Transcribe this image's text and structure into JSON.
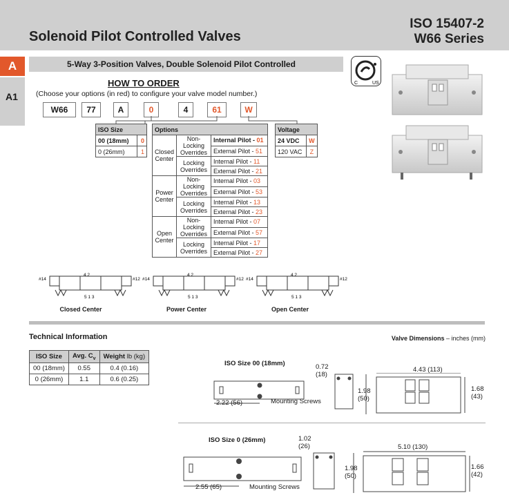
{
  "header": {
    "title": "Solenoid Pilot Controlled Valves",
    "iso": "ISO 15407-2",
    "series": "W66 Series"
  },
  "tabs": {
    "section": "A",
    "subsection": "A1"
  },
  "banner": "5-Way 3-Position Valves, Double Solenoid Pilot Controlled",
  "how_to_order": {
    "title": "HOW TO ORDER",
    "subtitle": "(Choose your options (in red) to configure your valve model number.)",
    "code": [
      "W66",
      "77",
      "A",
      "0",
      "4",
      "61",
      "W"
    ]
  },
  "iso_table": {
    "header": "ISO Size",
    "rows": [
      {
        "label": "00 (18mm)",
        "code": "0"
      },
      {
        "label": "0 (26mm)",
        "code": "1"
      }
    ]
  },
  "options_table": {
    "header": "Options",
    "groups": [
      {
        "center": "Closed Center",
        "rows": [
          {
            "override": "Non-Locking Overrides",
            "int": "Internal Pilot",
            "int_code": "01",
            "ext": "External Pilot",
            "ext_code": "51"
          },
          {
            "override": "Locking Overrides",
            "int": "Internal Pilot",
            "int_code": "11",
            "ext": "External Pilot",
            "ext_code": "21"
          }
        ]
      },
      {
        "center": "Power Center",
        "rows": [
          {
            "override": "Non-Locking Overrides",
            "int": "Internal Pilot",
            "int_code": "03",
            "ext": "External Pilot",
            "ext_code": "53"
          },
          {
            "override": "Locking Overrides",
            "int": "Internal Pilot",
            "int_code": "13",
            "ext": "External Pilot",
            "ext_code": "23"
          }
        ]
      },
      {
        "center": "Open Center",
        "rows": [
          {
            "override": "Non-Locking Overrides",
            "int": "Internal Pilot",
            "int_code": "07",
            "ext": "External Pilot",
            "ext_code": "57"
          },
          {
            "override": "Locking Overrides",
            "int": "Internal Pilot",
            "int_code": "17",
            "ext": "External Pilot",
            "ext_code": "27"
          }
        ]
      }
    ]
  },
  "voltage_table": {
    "header": "Voltage",
    "rows": [
      {
        "label": "24 VDC",
        "code": "W"
      },
      {
        "label": "120 VAC",
        "code": "Z"
      }
    ]
  },
  "schematics": {
    "labels": [
      "Closed Center",
      "Power Center",
      "Open Center"
    ],
    "port14": "#14",
    "port12": "#12",
    "port_top": "4 2",
    "port_bottom": "5 1 3"
  },
  "technical": {
    "title": "Technical Information",
    "headers": [
      "ISO Size",
      "Avg. C",
      "Weight"
    ],
    "cv_sub": "v",
    "weight_unit": "lb (kg)",
    "rows": [
      [
        "00 (18mm)",
        "0.55",
        "0.4 (0.16)"
      ],
      [
        "0 (26mm)",
        "1.1",
        "0.6 (0.25)"
      ]
    ]
  },
  "dimensions": {
    "title": "Valve Dimensions",
    "unit": "– inches (mm)",
    "size00": {
      "title": "ISO Size 00 (18mm)",
      "length": "2.22 (56)",
      "width": "0.72",
      "width_mm": "(18)",
      "height": "1.98",
      "height_mm": "(50)",
      "total": "4.43 (113)",
      "side": "1.68",
      "side_mm": "(43)",
      "screws": "Mounting Screws"
    },
    "size0": {
      "title": "ISO Size 0 (26mm)",
      "length": "2.55 (65)",
      "width": "1.02",
      "width_mm": "(26)",
      "height": "1.98",
      "height_mm": "(50)",
      "total": "5.10 (130)",
      "side": "1.66",
      "side_mm": "(42)",
      "screws": "Mounting Screws"
    }
  }
}
